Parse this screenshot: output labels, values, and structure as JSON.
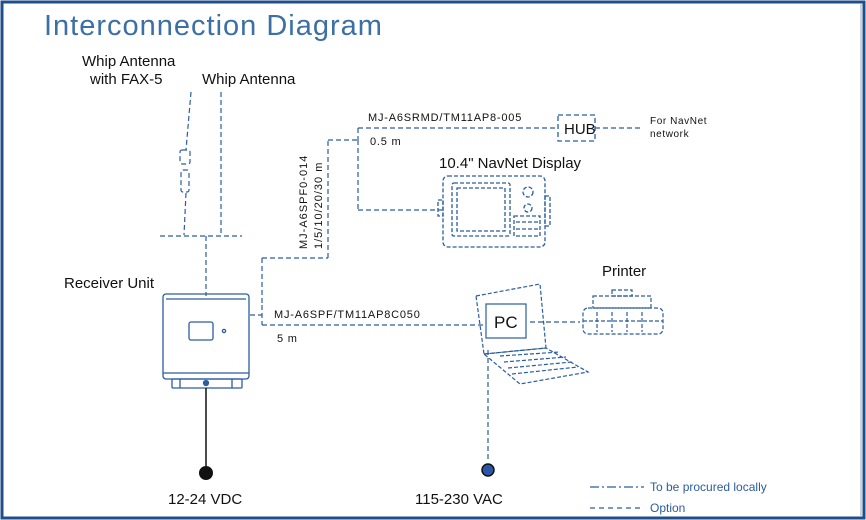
{
  "title": "Interconnection Diagram",
  "labels": {
    "whip_fax": [
      "Whip Antenna",
      "with FAX-5"
    ],
    "whip": "Whip Antenna",
    "receiver": "Receiver Unit",
    "display": "10.4\" NavNet Display",
    "printer": "Printer",
    "pc": "PC",
    "hub": "HUB",
    "navnet_network": [
      "For NavNet",
      "network"
    ],
    "cable_hub": "MJ-A6SRMD/TM11AP8-005",
    "cable_hub_len": "0.5 m",
    "cable_display": [
      "MJ-A6SPF0-014",
      "1/5/10/20/30 m"
    ],
    "cable_pc": "MJ-A6SPF/TM11AP8C050",
    "cable_pc_len": "5 m",
    "power_dc": "12-24 VDC",
    "power_ac": "115-230 VAC"
  },
  "legend": {
    "local": "To be procured locally",
    "option": "Option"
  },
  "colors": {
    "border": "#1f4f8a",
    "title": "#3b6fa5",
    "line": "#2a5da0",
    "text": "#111111",
    "legend_text": "#2a5da0",
    "ac_dot": "#2b56a8",
    "dc_dot": "#111111"
  }
}
